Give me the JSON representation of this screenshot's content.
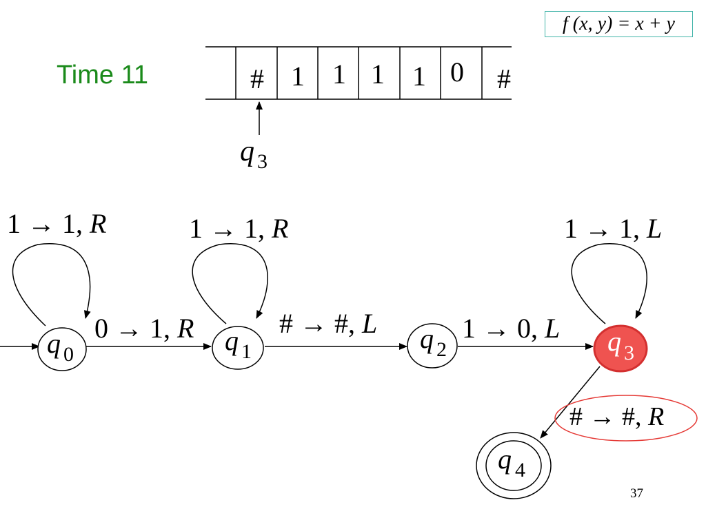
{
  "formula": "f (x, y) = x + y",
  "time_label": "Time 11",
  "tape": {
    "cells": [
      "",
      "#",
      "1",
      "1",
      "1",
      "1",
      "0",
      "#"
    ],
    "head_cell_index": 1,
    "head_state": {
      "q": "q",
      "sub": "3"
    }
  },
  "states": [
    {
      "id": "q0",
      "q": "q",
      "sub": "0",
      "highlighted": false,
      "accepting": false,
      "initial": true
    },
    {
      "id": "q1",
      "q": "q",
      "sub": "1",
      "highlighted": false,
      "accepting": false,
      "initial": false
    },
    {
      "id": "q2",
      "q": "q",
      "sub": "2",
      "highlighted": false,
      "accepting": false,
      "initial": false
    },
    {
      "id": "q3",
      "q": "q",
      "sub": "3",
      "highlighted": true,
      "accepting": false,
      "initial": false
    },
    {
      "id": "q4",
      "q": "q",
      "sub": "4",
      "highlighted": false,
      "accepting": true,
      "initial": false
    }
  ],
  "transitions": [
    {
      "from": "q0",
      "to": "q0",
      "label": {
        "read": "1",
        "write": "1,",
        "dir": "R"
      }
    },
    {
      "from": "q1",
      "to": "q1",
      "label": {
        "read": "1",
        "write": "1,",
        "dir": "R"
      }
    },
    {
      "from": "q3",
      "to": "q3",
      "label": {
        "read": "1",
        "write": "1,",
        "dir": "L"
      }
    },
    {
      "from": "q0",
      "to": "q1",
      "label": {
        "read": "0",
        "write": "1,",
        "dir": "R"
      }
    },
    {
      "from": "q1",
      "to": "q2",
      "label": {
        "read": "#",
        "write": "#,",
        "dir": "L"
      }
    },
    {
      "from": "q2",
      "to": "q3",
      "label": {
        "read": "1",
        "write": "0,",
        "dir": "L"
      }
    },
    {
      "from": "q3",
      "to": "q4",
      "label": {
        "read": "#",
        "write": "#,",
        "dir": "R"
      },
      "highlighted": true
    }
  ],
  "arrow_symbol": "→",
  "page_number": "37",
  "colors": {
    "time_label": "#1a8a1a",
    "highlight_fill": "#ef5350",
    "highlight_stroke": "#d32f2f",
    "label_highlight": "#e53935",
    "formula_border": "#3fb3a8"
  }
}
